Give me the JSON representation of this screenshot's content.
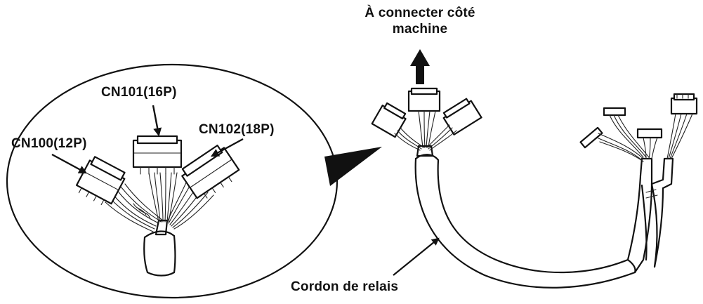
{
  "labels": {
    "machine_side_line1": "À connecter côté",
    "machine_side_line2": "machine",
    "cn100": "CN100(12P)",
    "cn101": "CN101(16P)",
    "cn102": "CN102(18P)",
    "relay_cord": "Cordon de relais"
  }
}
